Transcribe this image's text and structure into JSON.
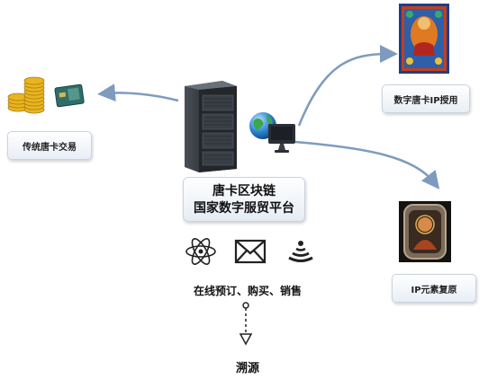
{
  "nodes": {
    "traditional": "传统唐卡交易",
    "ip_license": "数字唐卡IP授用",
    "ip_restore": "IP元素复原"
  },
  "platform": {
    "line1": "唐卡区块链",
    "line2": "国家数字服贸平台"
  },
  "services": "在线预订、购买、销售",
  "trace": "溯源",
  "icons": [
    "atom-icon",
    "envelope-icon",
    "signal-icon",
    "server-icon",
    "globe-computer-icon",
    "gold-coins-icon",
    "bank-card-icon"
  ]
}
